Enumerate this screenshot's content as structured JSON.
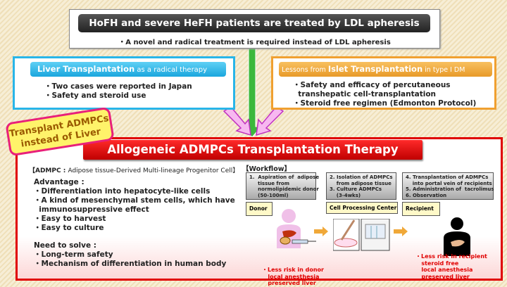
{
  "top": {
    "title": "HoFH and severe HeFH patients are treated by LDL apheresis",
    "sub": "・A novel and radical treatment is required instead of LDL apheresis"
  },
  "left_box": {
    "title_bold": "Liver Transplantation",
    "title_rest": " as a radical therapy",
    "items": [
      "・Two cases were reported in Japan",
      "・Safety and steroid use"
    ]
  },
  "right_box": {
    "title_pre": "Lessons from ",
    "title_bold": "Islet Transplantation",
    "title_rest": " in type I DM",
    "items": [
      "・Safety and efficacy of percutaneous",
      "  transhepatic cell-transplantation",
      "・Steroid free regimen (Edmonton Protocol)"
    ]
  },
  "badge": {
    "line1": "Transplant ADMPCs",
    "line2": "instead of Liver"
  },
  "main": {
    "title": "Allogeneic ADMPCs Transplantation Therapy",
    "def_bold": "【ADMPC : ",
    "def_rest": "Adipose tissue-Derived Multi-lineage Progenitor Cell】",
    "advantage": "Advantage :",
    "adv_items": [
      "・Differentiation into hepatocyte-like cells",
      "・A kind of mesenchymal stem cells, which have",
      "  immunosuppressive effect",
      "・Easy to harvest",
      "・Easy to culture"
    ],
    "need": "Need to solve :",
    "need_items": [
      "・Long-term safety",
      "・Mechanism of differentiation in human body"
    ]
  },
  "workflow": {
    "title": "【Workflow】",
    "steps": [
      [
        "1.  Aspiration of  adipose",
        "     tissue from",
        "     normolipidemic donor",
        "     (50-100ml)"
      ],
      [
        "2. Isolation of ADMPCs",
        "    from adipose tissue",
        "3. Culture ADMPCs",
        "    (3-4wks)"
      ],
      [
        "4. Transplantation of ADMPCs",
        "    into portal vein of recipients",
        "5. Administration of  tacrolimus",
        "6. Observation"
      ]
    ],
    "labels": [
      "Donor",
      "Cell Processing Center",
      "Recipient"
    ],
    "donor_notes": [
      "・Less risk in donor",
      "   local anesthesia",
      "   preserved liver"
    ],
    "recipient_notes": [
      "・Less risk in recipient",
      "   steroid free",
      "   local anesthesia",
      "   preserved liver"
    ]
  },
  "colors": {
    "red": "#e00000",
    "cyan": "#29b5e8",
    "orange": "#f0a030",
    "green": "#3cb83c"
  }
}
